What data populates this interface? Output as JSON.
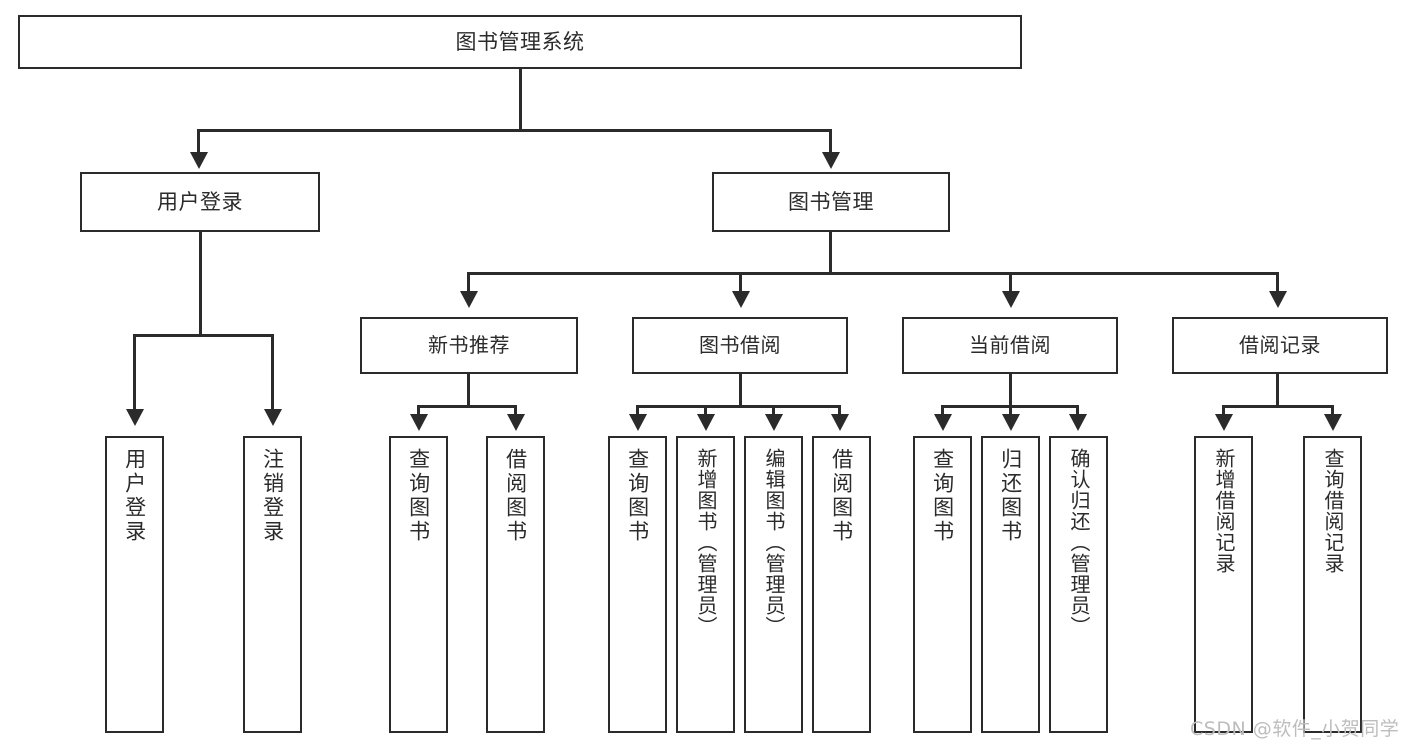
{
  "diagram": {
    "title": "图书管理系统",
    "type": "tree",
    "root": {
      "label": "图书管理系统"
    },
    "level2": [
      {
        "label": "用户登录"
      },
      {
        "label": "图书管理"
      }
    ],
    "level3": [
      {
        "label": "新书推荐"
      },
      {
        "label": "图书借阅"
      },
      {
        "label": "当前借阅"
      },
      {
        "label": "借阅记录"
      }
    ],
    "leaves": {
      "user_login": [
        {
          "label": "用户登录"
        },
        {
          "label": "注销登录"
        }
      ],
      "new_book_recommend": [
        {
          "label": "查询图书"
        },
        {
          "label": "借阅图书"
        }
      ],
      "book_borrow": [
        {
          "label": "查询图书"
        },
        {
          "label": "新增图书（管理员）"
        },
        {
          "label": "编辑图书（管理员）"
        },
        {
          "label": "借阅图书"
        }
      ],
      "current_borrow": [
        {
          "label": "查询图书"
        },
        {
          "label": "归还图书"
        },
        {
          "label": "确认归还（管理员）"
        }
      ],
      "borrow_record": [
        {
          "label": "新增借阅记录"
        },
        {
          "label": "查询借阅记录"
        }
      ]
    }
  },
  "watermark": {
    "text": "CSDN @软件_小贺同学"
  },
  "colors": {
    "stroke": "#2b2b2b",
    "background": "#ffffff",
    "watermark": "#bdbdbd"
  }
}
